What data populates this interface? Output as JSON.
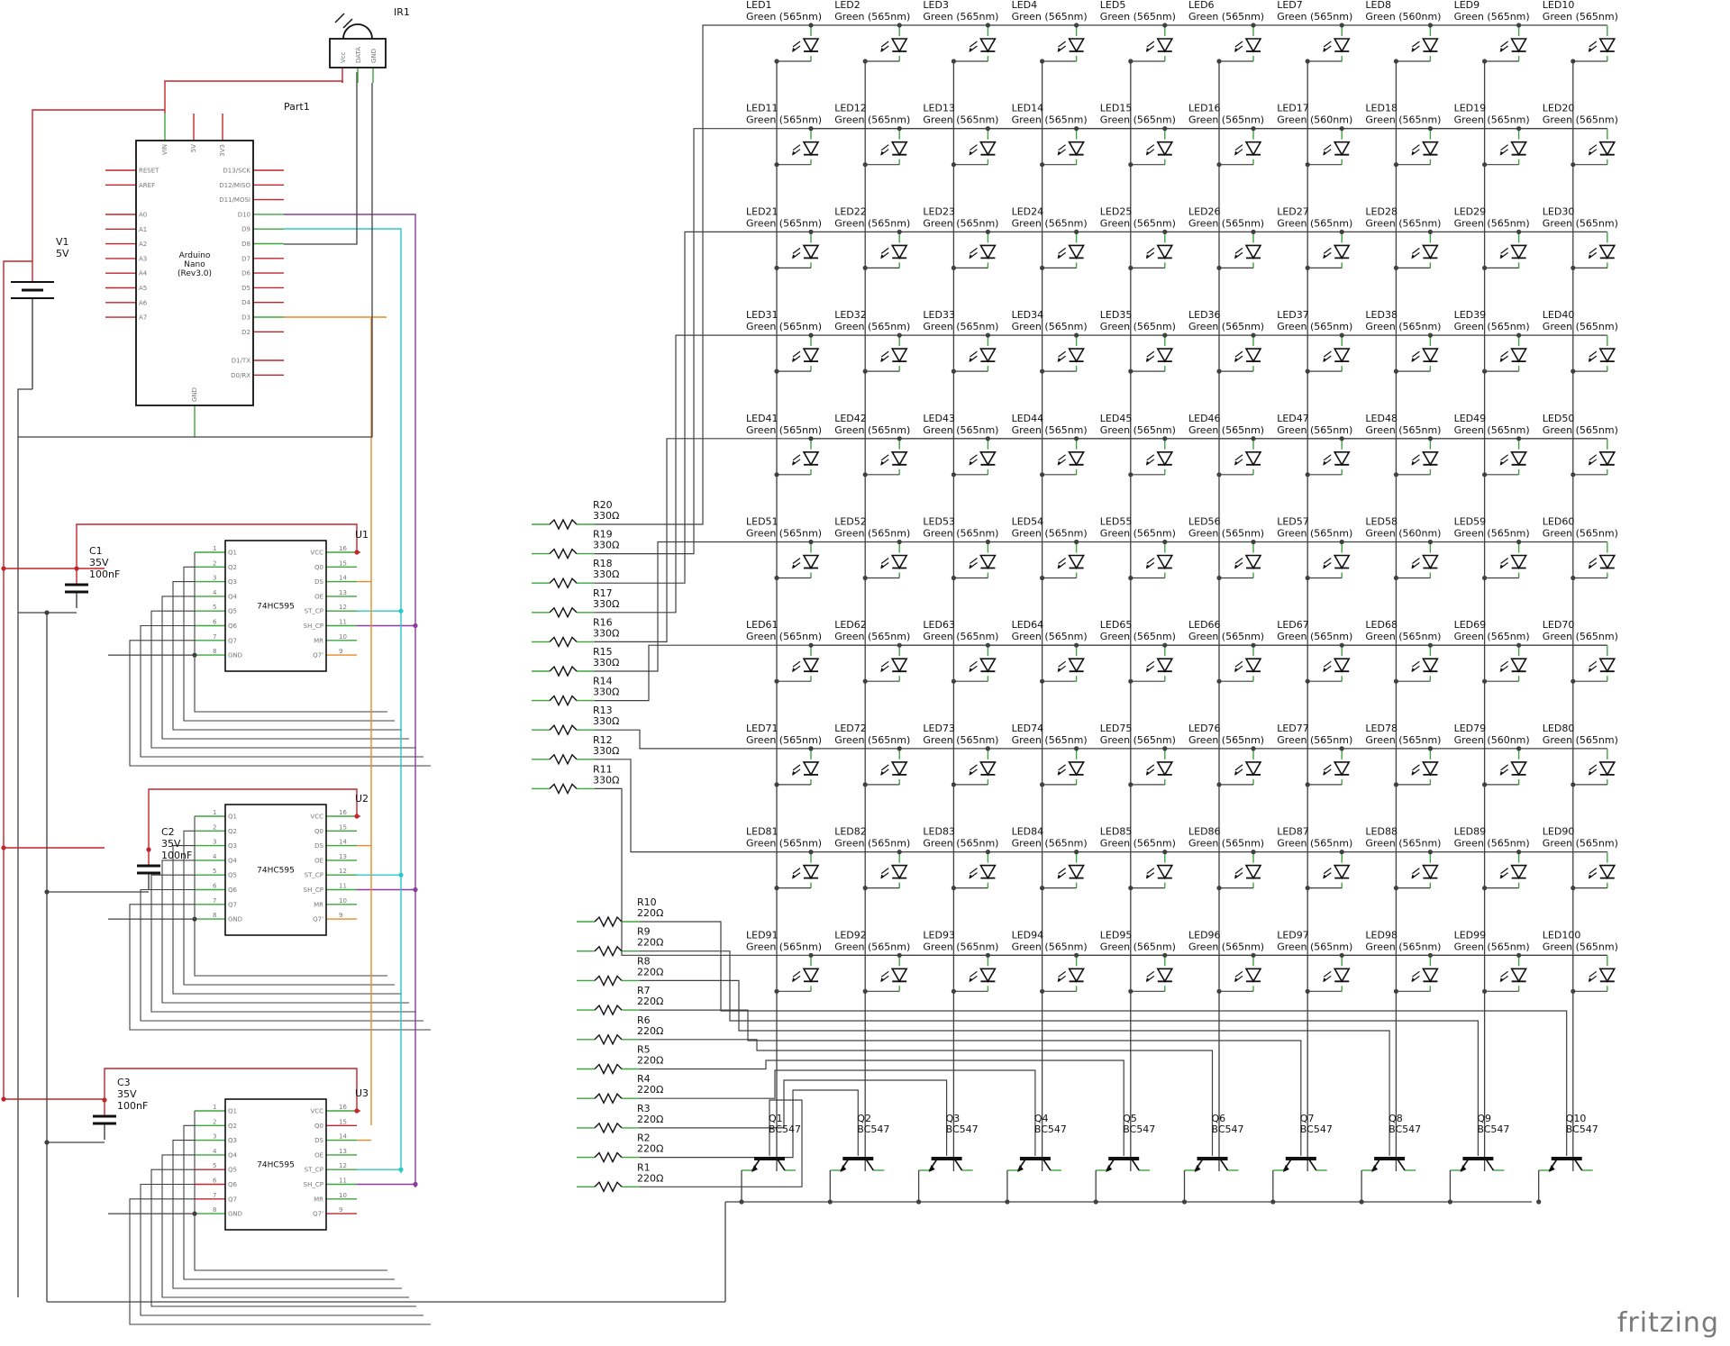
{
  "brand": "fritzing",
  "colors": {
    "wire": "#404040",
    "power": "#c0262c",
    "pin_green": "#3ca63c",
    "pin_red": "#c0262c",
    "cyan": "#2cc7c7",
    "purple": "#8a3c9a",
    "orange": "#e8892a"
  },
  "ir": {
    "ref": "IR1",
    "pins": [
      "Vcc",
      "DATA",
      "GND"
    ]
  },
  "arduino": {
    "part": "Part1",
    "name_lines": [
      "Arduino",
      "Nano",
      "(Rev3.0)"
    ],
    "top_pins": [
      "VIN",
      "5V",
      "3V3"
    ],
    "left_pins": [
      "RESET",
      "AREF",
      "A0",
      "A1",
      "A2",
      "A3",
      "A4",
      "A5",
      "A6",
      "A7"
    ],
    "right_pins": [
      "D13/SCK",
      "D12/MISO",
      "D11/MOSI",
      "D10",
      "D9",
      "D8",
      "D7",
      "D6",
      "D5",
      "D4",
      "D3",
      "D2",
      "D1/TX",
      "D0/RX"
    ],
    "bottom_pin": "GND"
  },
  "battery": {
    "ref": "V1",
    "value": "5V"
  },
  "capacitors": [
    {
      "ref": "C1",
      "lines": [
        "35V",
        "100nF"
      ]
    },
    {
      "ref": "C2",
      "lines": [
        "35V",
        "100nF"
      ]
    },
    {
      "ref": "C3",
      "lines": [
        "35V",
        "100nF"
      ]
    }
  ],
  "shift_registers": {
    "chip": "74HC595",
    "refs": [
      "U1",
      "U2",
      "U3"
    ],
    "left_pins": [
      "Q1",
      "Q2",
      "Q3",
      "Q4",
      "Q5",
      "Q6",
      "Q7",
      "GND"
    ],
    "right_pins": [
      "VCC",
      "Q0",
      "DS",
      "OE",
      "ST_CP",
      "SH_CP",
      "MR",
      "Q7'"
    ],
    "left_nums": [
      "1",
      "2",
      "3",
      "4",
      "5",
      "6",
      "7",
      "8"
    ],
    "right_nums": [
      "16",
      "15",
      "14",
      "13",
      "12",
      "11",
      "10",
      "9"
    ]
  },
  "resistors_330": [
    {
      "ref": "R20",
      "value": "330Ω"
    },
    {
      "ref": "R19",
      "value": "330Ω"
    },
    {
      "ref": "R18",
      "value": "330Ω"
    },
    {
      "ref": "R17",
      "value": "330Ω"
    },
    {
      "ref": "R16",
      "value": "330Ω"
    },
    {
      "ref": "R15",
      "value": "330Ω"
    },
    {
      "ref": "R14",
      "value": "330Ω"
    },
    {
      "ref": "R13",
      "value": "330Ω"
    },
    {
      "ref": "R12",
      "value": "330Ω"
    },
    {
      "ref": "R11",
      "value": "330Ω"
    }
  ],
  "resistors_220": [
    {
      "ref": "R10",
      "value": "220Ω"
    },
    {
      "ref": "R9",
      "value": "220Ω"
    },
    {
      "ref": "R8",
      "value": "220Ω"
    },
    {
      "ref": "R7",
      "value": "220Ω"
    },
    {
      "ref": "R6",
      "value": "220Ω"
    },
    {
      "ref": "R5",
      "value": "220Ω"
    },
    {
      "ref": "R4",
      "value": "220Ω"
    },
    {
      "ref": "R3",
      "value": "220Ω"
    },
    {
      "ref": "R2",
      "value": "220Ω"
    },
    {
      "ref": "R1",
      "value": "220Ω"
    }
  ],
  "transistors": [
    {
      "ref": "Q1",
      "part": "BC547"
    },
    {
      "ref": "Q2",
      "part": "BC547"
    },
    {
      "ref": "Q3",
      "part": "BC547"
    },
    {
      "ref": "Q4",
      "part": "BC547"
    },
    {
      "ref": "Q5",
      "part": "BC547"
    },
    {
      "ref": "Q6",
      "part": "BC547"
    },
    {
      "ref": "Q7",
      "part": "BC547"
    },
    {
      "ref": "Q8",
      "part": "BC547"
    },
    {
      "ref": "Q9",
      "part": "BC547"
    },
    {
      "ref": "Q10",
      "part": "BC547"
    }
  ],
  "led_grid": {
    "rows": 10,
    "cols": 10,
    "prefix": "LED",
    "default_label": "Green (565nm)",
    "exceptions": {
      "8": "Green (560nm)",
      "17": "Green (560nm)",
      "58": "Green (560nm)",
      "79": "Green (560nm)"
    }
  }
}
